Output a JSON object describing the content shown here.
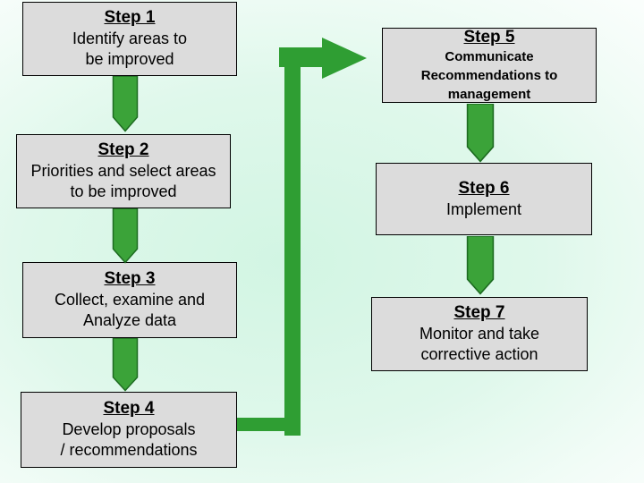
{
  "theme": {
    "bg_center": "#d2f5e3",
    "bg_edge": "#ffffff",
    "box_fill": "#dcdcdc",
    "box_border": "#000000",
    "text_color": "#000000",
    "arrow_fill": "#3ba339",
    "arrow_border": "#1d6b21",
    "connector_fill": "#2f9e33"
  },
  "diagram": {
    "steps": [
      {
        "title": "Step 1",
        "body": "Identify areas to\nbe improved"
      },
      {
        "title": "Step 2",
        "body": "Priorities and select areas\nto be improved"
      },
      {
        "title": "Step 3",
        "body": "Collect, examine and\nAnalyze data"
      },
      {
        "title": "Step 4",
        "body": "Develop proposals\n/ recommendations"
      },
      {
        "title": "Step 5",
        "body": "Communicate\nRecommendations to\nmanagement"
      },
      {
        "title": "Step 6",
        "body": "Implement"
      },
      {
        "title": "Step 7",
        "body": "Monitor and take\ncorrective action"
      }
    ],
    "connectors": [
      {
        "icon": "down-arrow-icon",
        "from": "Step 1",
        "to": "Step 2"
      },
      {
        "icon": "down-arrow-icon",
        "from": "Step 2",
        "to": "Step 3"
      },
      {
        "icon": "down-arrow-icon",
        "from": "Step 3",
        "to": "Step 4"
      },
      {
        "icon": "elbow-right-arrow-icon",
        "from": "Step 4",
        "to": "Step 5"
      },
      {
        "icon": "down-arrow-icon",
        "from": "Step 5",
        "to": "Step 6"
      },
      {
        "icon": "down-arrow-icon",
        "from": "Step 6",
        "to": "Step 7"
      }
    ]
  }
}
